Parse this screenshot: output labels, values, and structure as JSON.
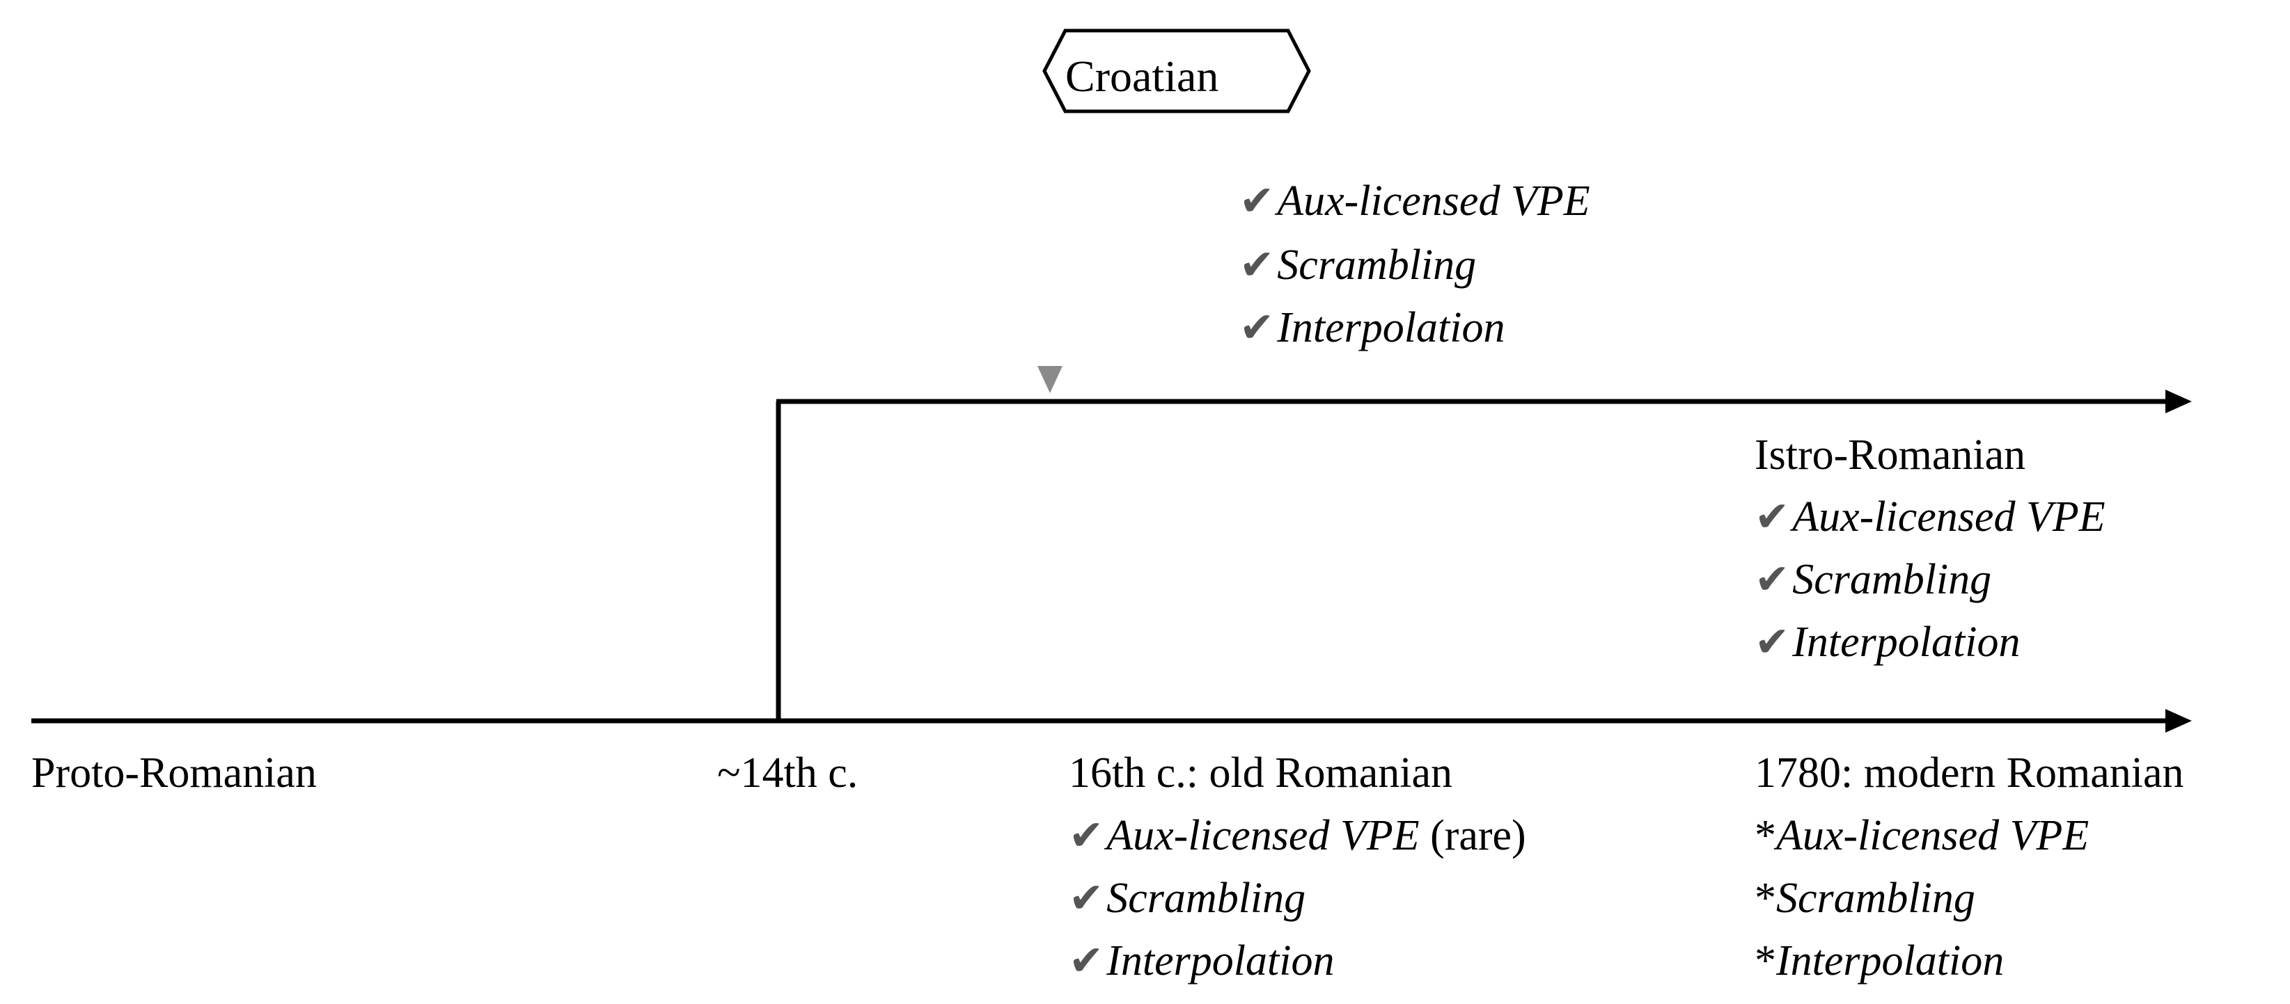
{
  "nodes": {
    "contact": "Croatian",
    "proto": "Proto-Romanian",
    "split": "~14th c.",
    "old": "16th c.: old Romanian",
    "modern": "1780: modern Romanian",
    "istro": "Istro-Romanian"
  },
  "features": {
    "croatian": [
      {
        "mark": "✔",
        "label": "Aux-licensed VPE",
        "note": ""
      },
      {
        "mark": "✔",
        "label": "Scrambling",
        "note": ""
      },
      {
        "mark": "✔",
        "label": "Interpolation",
        "note": ""
      }
    ],
    "istro": [
      {
        "mark": "✔",
        "label": "Aux-licensed VPE",
        "note": ""
      },
      {
        "mark": "✔",
        "label": "Scrambling",
        "note": ""
      },
      {
        "mark": "✔",
        "label": "Interpolation",
        "note": ""
      }
    ],
    "old": [
      {
        "mark": "✔",
        "label": "Aux-licensed VPE",
        "note": "(rare)"
      },
      {
        "mark": "✔",
        "label": "Scrambling",
        "note": ""
      },
      {
        "mark": "✔",
        "label": "Interpolation",
        "note": ""
      }
    ],
    "modern": [
      {
        "mark": "*",
        "label": "Aux-licensed VPE",
        "note": ""
      },
      {
        "mark": "*",
        "label": "Scrambling",
        "note": ""
      },
      {
        "mark": "*",
        "label": "Interpolation",
        "note": ""
      }
    ]
  },
  "colors": {
    "line": "#000000",
    "contact_arrow": "#8a8a8a",
    "check": "#555555"
  }
}
